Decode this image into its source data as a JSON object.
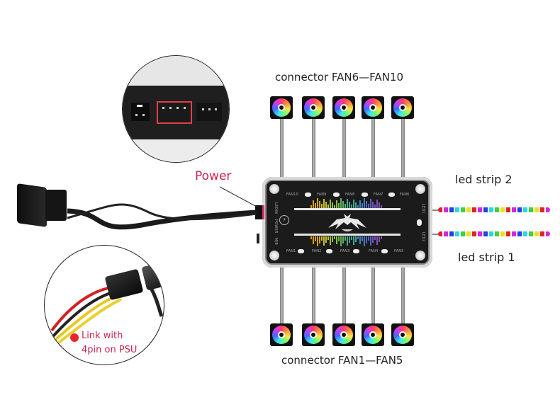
{
  "labels": {
    "top_connector": "connector  FAN6—FAN10",
    "bottom_connector": "connector  FAN1—FAN5",
    "led_strip_2": "led strip 2",
    "led_strip_1": "led strip 1",
    "power": "Power",
    "psu_link_line1": "Link with",
    "psu_link_line2": "4pin on PSU"
  },
  "hub": {
    "top_ports": [
      "FAN10",
      "FAN9",
      "FAN8",
      "FAN7",
      "FAN6"
    ],
    "bottom_ports": [
      "FAN1",
      "FAN2",
      "FAN3",
      "FAN4",
      "FAN5"
    ],
    "left_labels": [
      "LEDIN",
      "POWER",
      "M/B"
    ],
    "right_labels": [
      "LED1",
      "LED2"
    ]
  },
  "fans_top": [
    "FAN6",
    "FAN7",
    "FAN8",
    "FAN9",
    "FAN10"
  ],
  "fans_bottom": [
    "FAN1",
    "FAN2",
    "FAN3",
    "FAN4",
    "FAN5"
  ],
  "colors": {
    "accent_pink": "#c9254f",
    "indicator_dot": "#e8262a",
    "power_connector_outline": "#e0404a"
  }
}
